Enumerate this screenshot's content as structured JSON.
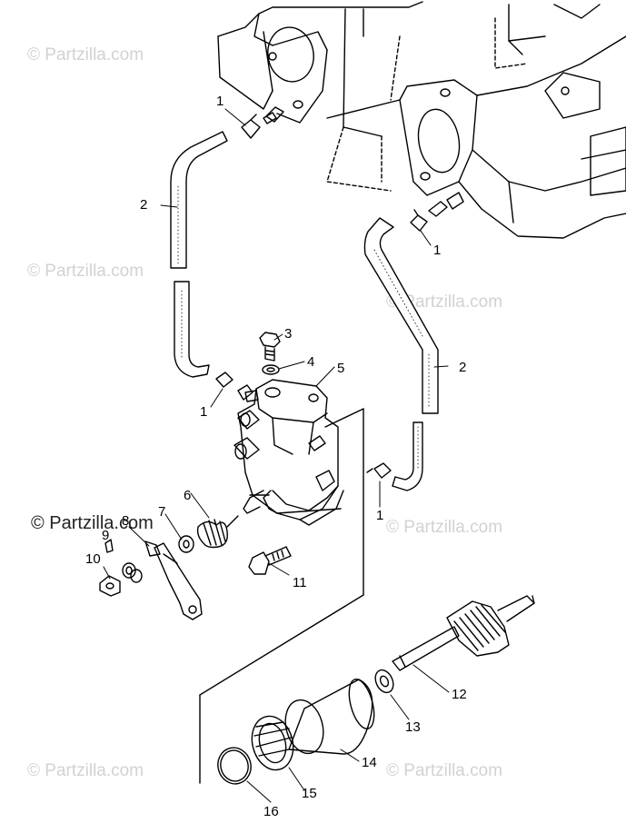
{
  "watermark": {
    "text": "© Partzilla.com"
  },
  "callouts": {
    "c1a": "1",
    "c1b": "1",
    "c1c": "1",
    "c1d": "1",
    "c2a": "2",
    "c2b": "2",
    "c3": "3",
    "c4": "4",
    "c5": "5",
    "c6": "6",
    "c7": "7",
    "c8": "8",
    "c9": "9",
    "c10": "10",
    "c11": "11",
    "c12": "12",
    "c13": "13",
    "c14": "14",
    "c15": "15",
    "c16": "16"
  },
  "colors": {
    "line": "#000000",
    "hose_fill": "#ffffff",
    "watermark": "#d2d2d2"
  }
}
